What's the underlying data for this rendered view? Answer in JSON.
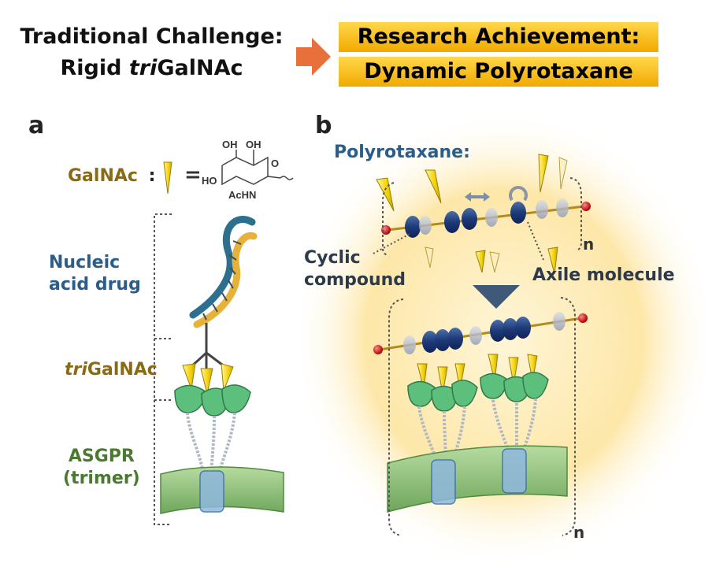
{
  "header": {
    "left_line1": "Traditional Challenge:",
    "left_line2_italic": "tri",
    "left_line2_prefix": "Rigid ",
    "left_line2_suffix": "GalNAc",
    "right_line1": "Research Achievement:",
    "right_line2": "Dynamic Polyrotaxane"
  },
  "panel_a": {
    "letter": "a",
    "galnac_label": "GalNAc",
    "galnac_colon": ":",
    "equals": "=",
    "chem_oh1": "OH",
    "chem_oh2": "OH",
    "chem_ho": "HO",
    "chem_o": "O",
    "chem_achn": "AcHN",
    "nucleic_line1": "Nucleic",
    "nucleic_line2": "acid drug",
    "trigalnac_italic": "tri",
    "trigalnac_suffix": "GalNAc",
    "asgpr_line1": "ASGPR",
    "asgpr_line2": "(trimer)"
  },
  "panel_b": {
    "letter": "b",
    "polyrotaxane_label": "Polyrotaxane:",
    "cyclic_line1": "Cyclic",
    "cyclic_line2": "compound",
    "axile_label": "Axile molecule",
    "n_top": "n",
    "n_bottom": "n"
  },
  "colors": {
    "arrow": "#e8703a",
    "highlight": "#f5c400",
    "ring_blue": "#1f3f7a",
    "ring_grey": "#9aa6c0",
    "galnac_yellow": "#f5d20a",
    "glow": "#fce9b0",
    "membrane_green": "#8fc47a",
    "receptor_green": "#58b878"
  }
}
